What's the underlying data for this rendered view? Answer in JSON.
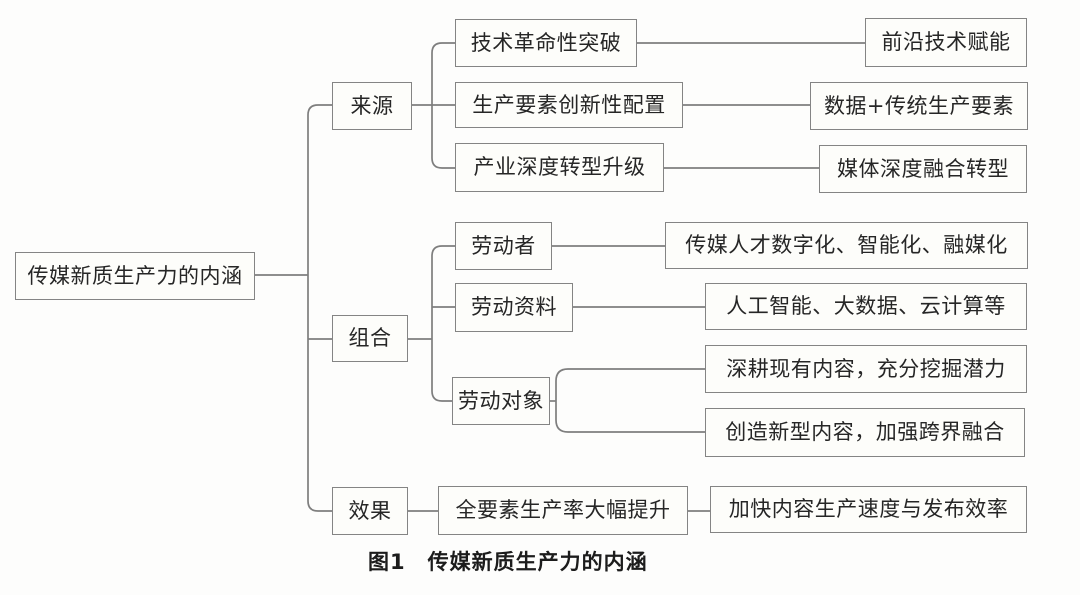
{
  "figure": {
    "root": {
      "label": "传媒新质生产力的内涵"
    },
    "branches": [
      {
        "label": "来源",
        "children": [
          {
            "label": "技术革命性突破",
            "leaves": [
              "前沿技术赋能"
            ]
          },
          {
            "label": "生产要素创新性配置",
            "leaves": [
              "数据+传统生产要素"
            ]
          },
          {
            "label": "产业深度转型升级",
            "leaves": [
              "媒体深度融合转型"
            ]
          }
        ]
      },
      {
        "label": "组合",
        "children": [
          {
            "label": "劳动者",
            "leaves": [
              "传媒人才数字化、智能化、融媒化"
            ]
          },
          {
            "label": "劳动资料",
            "leaves": [
              "人工智能、大数据、云计算等"
            ]
          },
          {
            "label": "劳动对象",
            "leaves": [
              "深耕现有内容，充分挖掘潜力",
              "创造新型内容，加强跨界融合"
            ]
          }
        ]
      },
      {
        "label": "效果",
        "children": [
          {
            "label": "全要素生产率大幅提升",
            "leaves": [
              "加快内容生产速度与发布效率"
            ]
          }
        ]
      }
    ],
    "caption": "图1　传媒新质生产力的内涵"
  },
  "colors": {
    "background": "#fdfdfc",
    "box_fill": "#fdfdfa",
    "box_border": "#848484",
    "line": "#7e7e7e",
    "text": "#262626",
    "caption_text": "#1c1c1c"
  }
}
